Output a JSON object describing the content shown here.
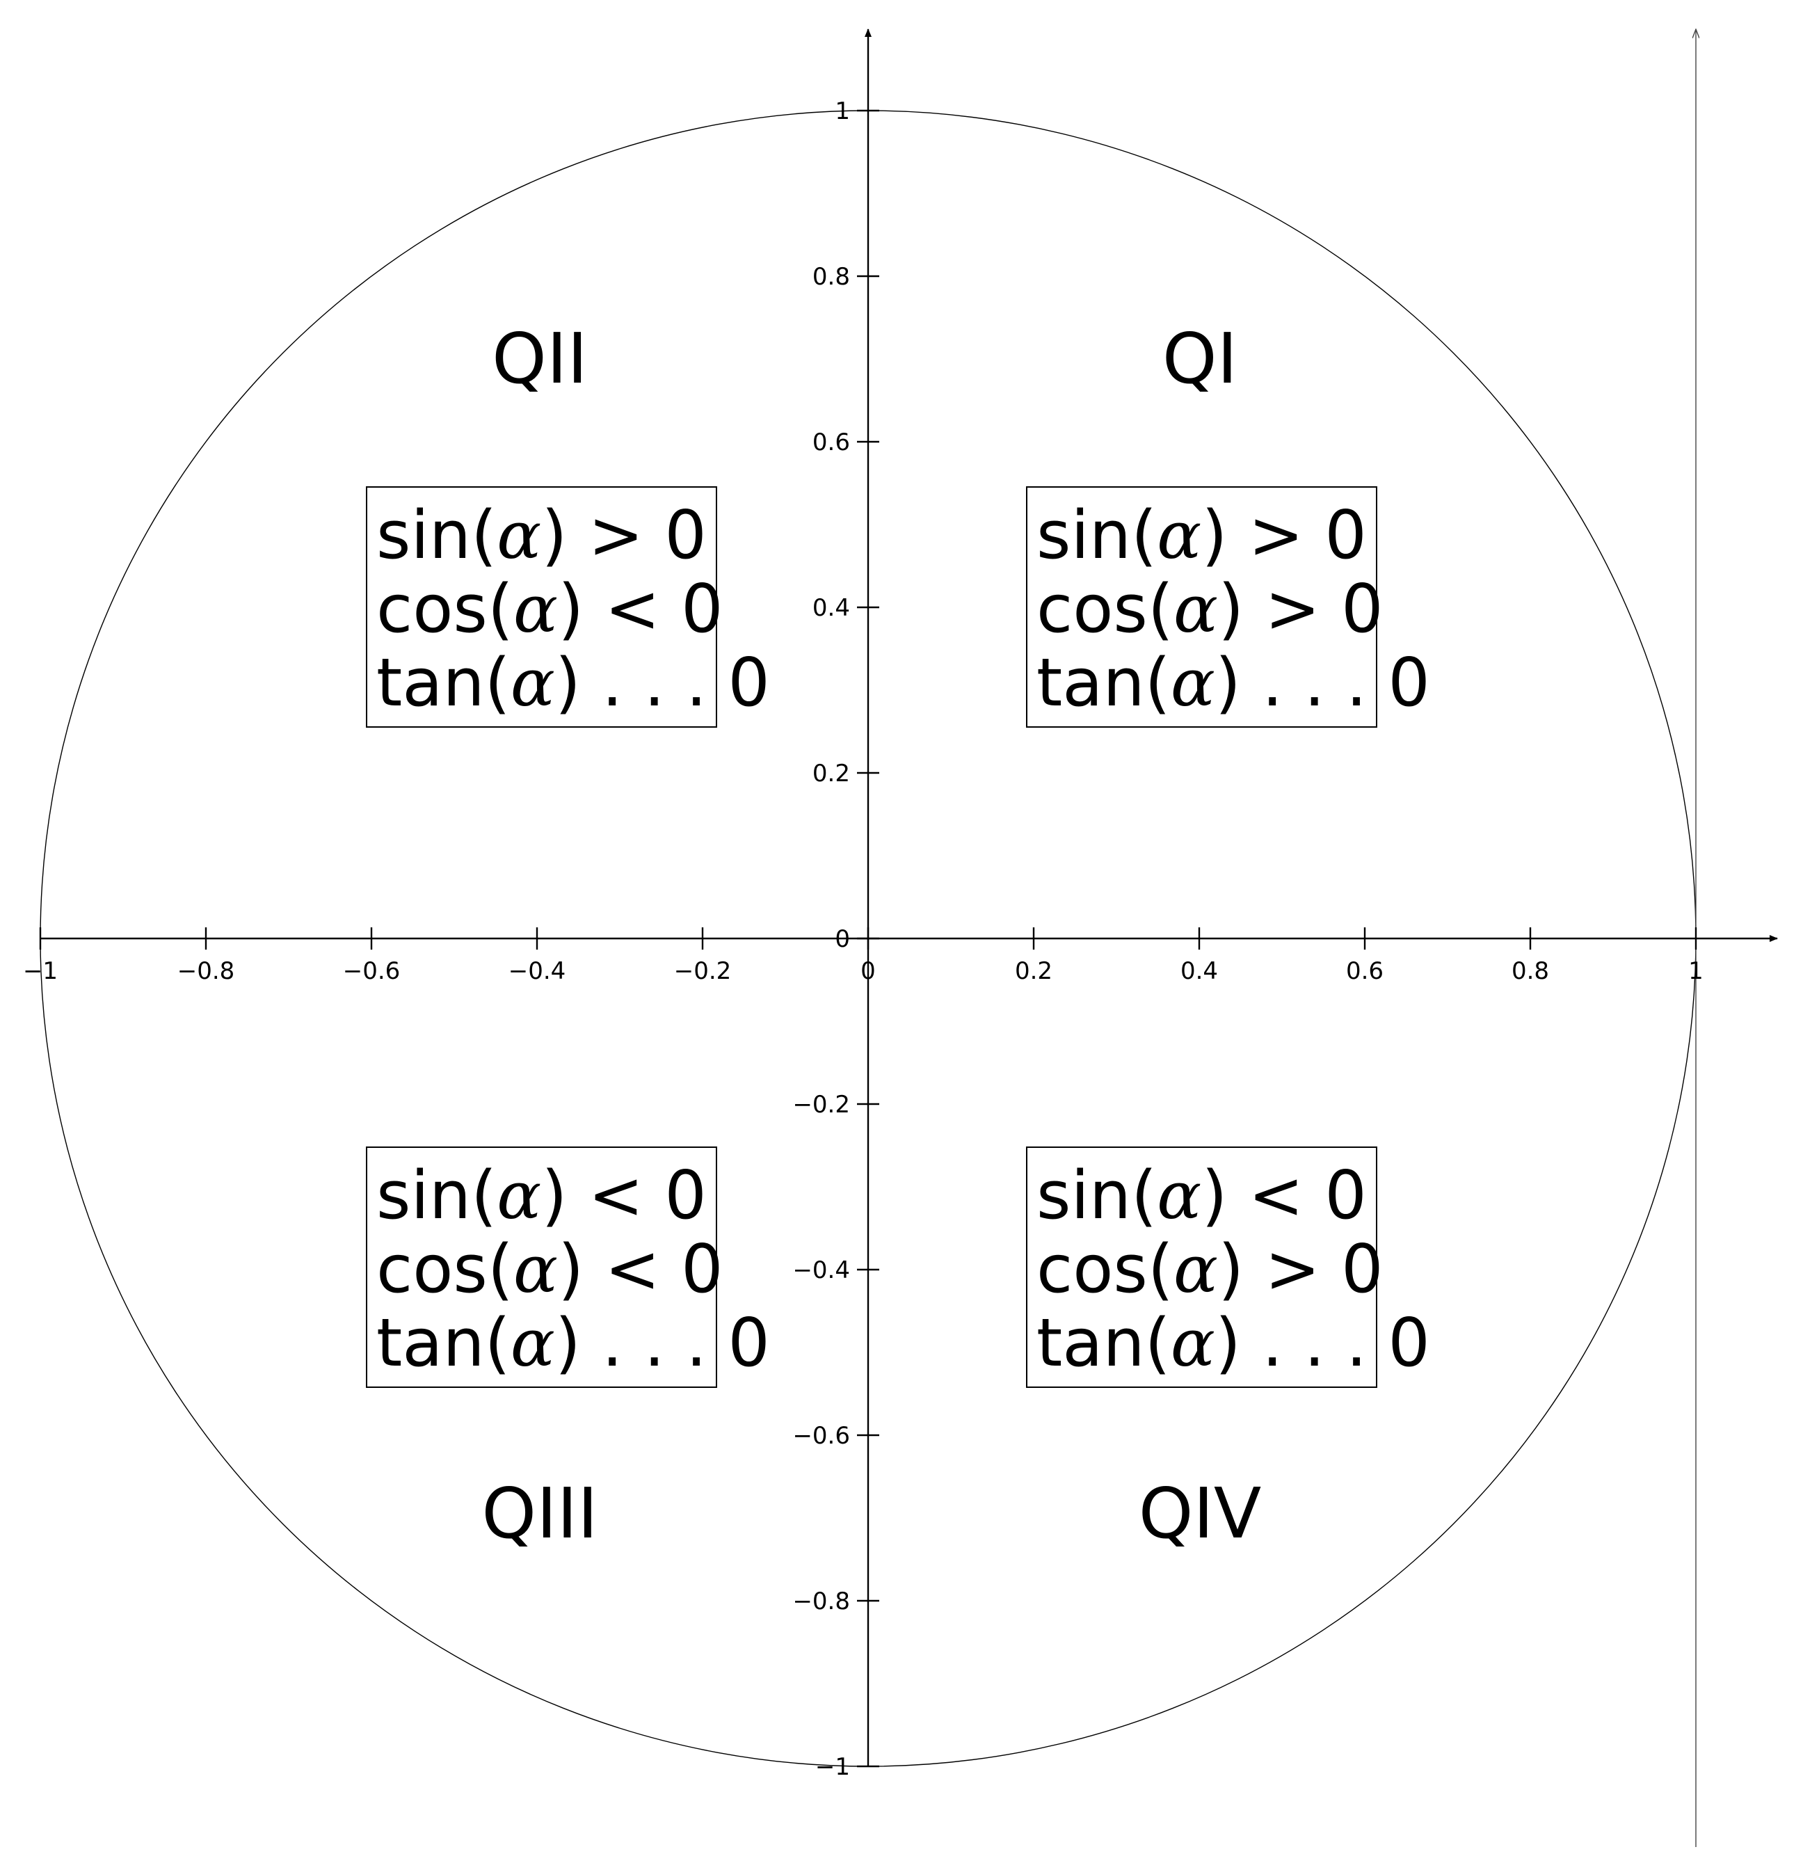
{
  "axes": {
    "x_ticks": [
      {
        "value": -1,
        "label": "−1"
      },
      {
        "value": -0.8,
        "label": "−0.8"
      },
      {
        "value": -0.6,
        "label": "−0.6"
      },
      {
        "value": -0.4,
        "label": "−0.4"
      },
      {
        "value": -0.2,
        "label": "−0.2"
      },
      {
        "value": 0,
        "label": "0"
      },
      {
        "value": 0.2,
        "label": "0.2"
      },
      {
        "value": 0.4,
        "label": "0.4"
      },
      {
        "value": 0.6,
        "label": "0.6"
      },
      {
        "value": 0.8,
        "label": "0.8"
      },
      {
        "value": 1,
        "label": "1"
      }
    ],
    "y_ticks": [
      {
        "value": 1,
        "label": "1"
      },
      {
        "value": 0.8,
        "label": "0.8"
      },
      {
        "value": 0.6,
        "label": "0.6"
      },
      {
        "value": 0.4,
        "label": "0.4"
      },
      {
        "value": 0.2,
        "label": "0.2"
      },
      {
        "value": 0,
        "label": "0"
      },
      {
        "value": -0.2,
        "label": "−0.2"
      },
      {
        "value": -0.4,
        "label": "−0.4"
      },
      {
        "value": -0.6,
        "label": "−0.6"
      },
      {
        "value": -0.8,
        "label": "−0.8"
      },
      {
        "value": -1,
        "label": "−1"
      }
    ],
    "x_range": [
      -1,
      1
    ],
    "y_range": [
      -1,
      1
    ]
  },
  "circle": {
    "radius": 1
  },
  "quadrants": [
    {
      "id": "qi",
      "title": "QI",
      "lines": [
        {
          "fn": "sin(",
          "var": "α",
          "rest": ") > 0"
        },
        {
          "fn": "cos(",
          "var": "α",
          "rest": ") > 0"
        },
        {
          "fn": "tan(",
          "var": "α",
          "rest": ") . . . 0"
        }
      ]
    },
    {
      "id": "qii",
      "title": "QII",
      "lines": [
        {
          "fn": "sin(",
          "var": "α",
          "rest": ") > 0"
        },
        {
          "fn": "cos(",
          "var": "α",
          "rest": ") < 0"
        },
        {
          "fn": "tan(",
          "var": "α",
          "rest": ") . . . 0"
        }
      ]
    },
    {
      "id": "qiii",
      "title": "QIII",
      "lines": [
        {
          "fn": "sin(",
          "var": "α",
          "rest": ") < 0"
        },
        {
          "fn": "cos(",
          "var": "α",
          "rest": ") < 0"
        },
        {
          "fn": "tan(",
          "var": "α",
          "rest": ") . . . 0"
        }
      ]
    },
    {
      "id": "qiv",
      "title": "QIV",
      "lines": [
        {
          "fn": "sin(",
          "var": "α",
          "rest": ") < 0"
        },
        {
          "fn": "cos(",
          "var": "α",
          "rest": ") > 0"
        },
        {
          "fn": "tan(",
          "var": "α",
          "rest": ") . . . 0"
        }
      ]
    }
  ]
}
